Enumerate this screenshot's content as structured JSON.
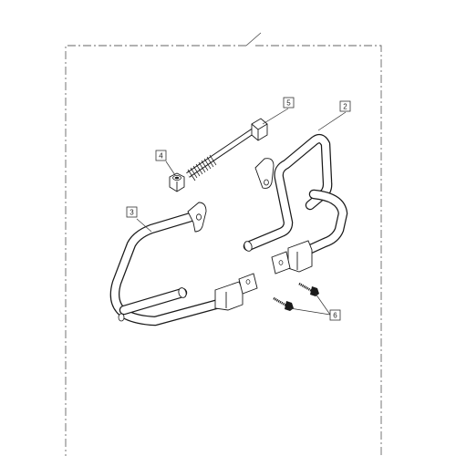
{
  "callouts": [
    {
      "id": "callout-2",
      "label": "2"
    },
    {
      "id": "callout-3",
      "label": "3"
    },
    {
      "id": "callout-4",
      "label": "4"
    },
    {
      "id": "callout-5",
      "label": "5"
    },
    {
      "id": "callout-6",
      "label": "6"
    }
  ],
  "colors": {
    "line": "#1a1a1a",
    "border": "#666666",
    "background": "#ffffff"
  }
}
